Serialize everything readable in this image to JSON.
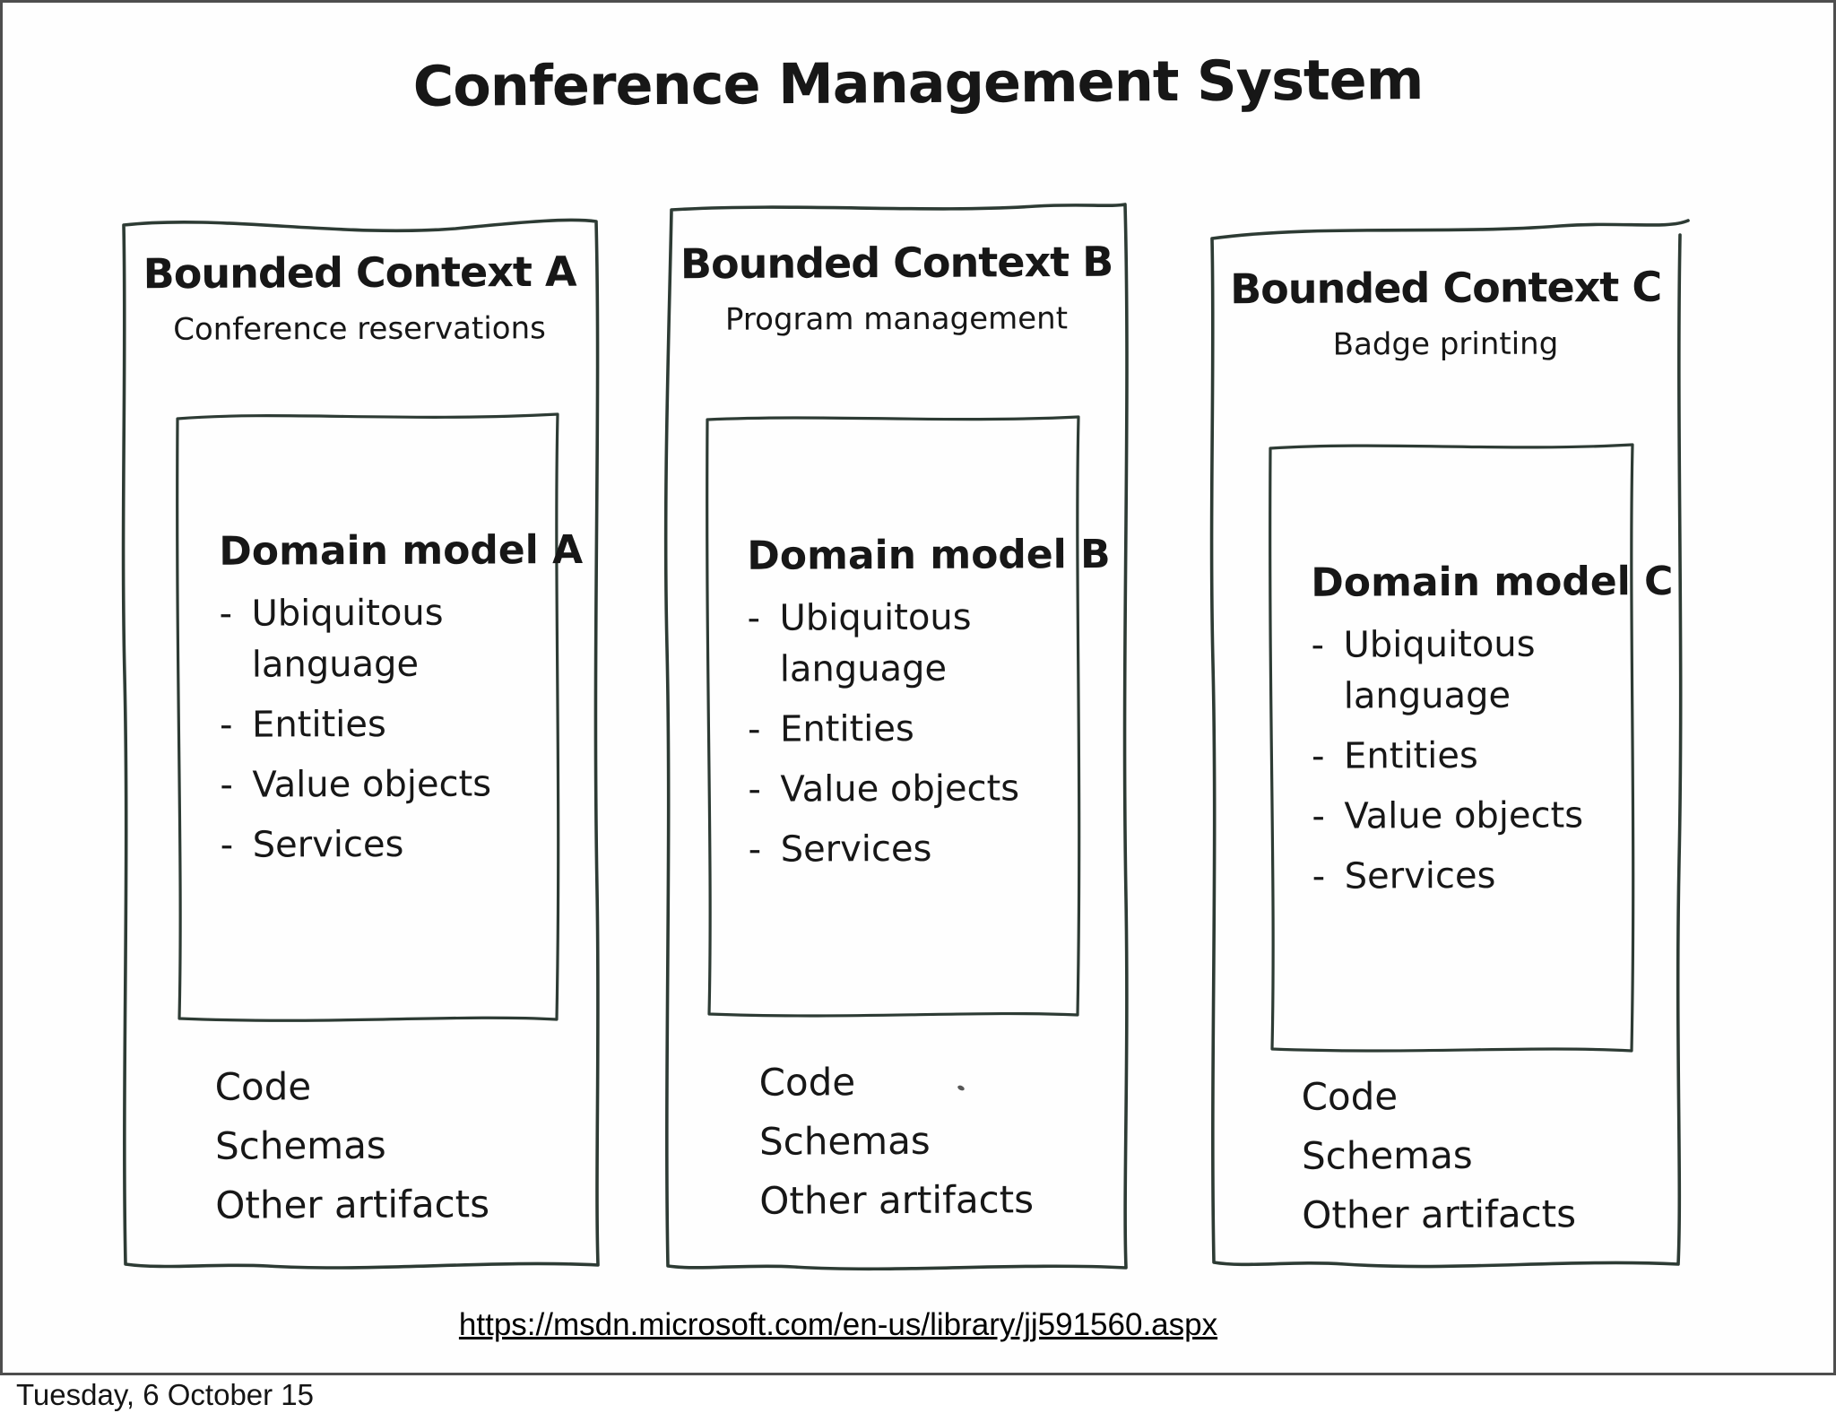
{
  "slide": {
    "title": "Conference Management System",
    "link_text": "https://msdn.microsoft.com/en-us/library/jj591560.aspx",
    "footer_date": "Tuesday, 6 October 15"
  },
  "contexts": [
    {
      "name": "Bounded Context A",
      "subtitle": "Conference reservations",
      "domain_model": {
        "title": "Domain model A",
        "items": [
          "Ubiquitous language",
          "Entities",
          "Value objects",
          "Services"
        ]
      },
      "artifacts": [
        "Code",
        "Schemas",
        "Other artifacts"
      ]
    },
    {
      "name": "Bounded Context B",
      "subtitle": "Program management",
      "domain_model": {
        "title": "Domain model B",
        "items": [
          "Ubiquitous language",
          "Entities",
          "Value objects",
          "Services"
        ]
      },
      "artifacts": [
        "Code",
        "Schemas",
        "Other artifacts"
      ]
    },
    {
      "name": "Bounded Context C",
      "subtitle": "Badge printing",
      "domain_model": {
        "title": "Domain model C",
        "items": [
          "Ubiquitous language",
          "Entities",
          "Value objects",
          "Services"
        ]
      },
      "artifacts": [
        "Code",
        "Schemas",
        "Other artifacts"
      ]
    }
  ],
  "colors": {
    "ink": "#171717",
    "sketch_stroke": "#2d3b34",
    "frame_border": "#4e4e4e",
    "background": "#ffffff"
  }
}
